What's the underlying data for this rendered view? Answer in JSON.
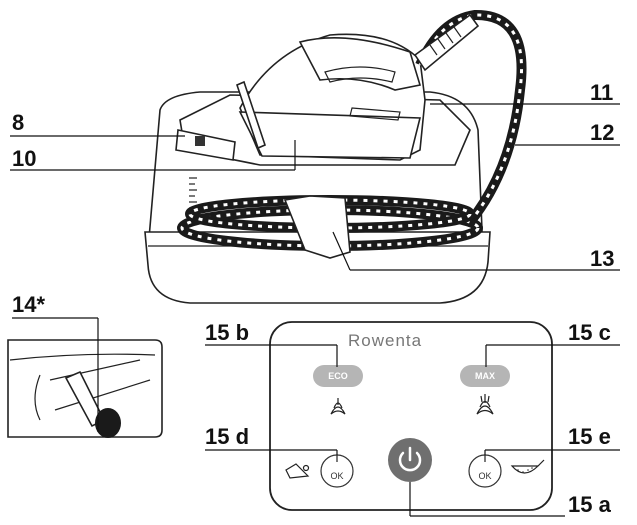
{
  "labels": {
    "l8": "8",
    "l10": "10",
    "l11": "11",
    "l12": "12",
    "l13": "13",
    "l14": "14*",
    "l15a": "15 a",
    "l15b": "15 b",
    "l15c": "15 c",
    "l15d": "15 d",
    "l15e": "15 e"
  },
  "panel": {
    "brand": "Rowenta",
    "eco_label": "ECO",
    "max_label": "MAX",
    "ok_left": "OK",
    "ok_right": "OK"
  },
  "colors": {
    "pill": "#b5b5b5",
    "power": "#6f6f6f",
    "outline": "#222222"
  },
  "icons": {
    "power": "power-icon",
    "steam_low": "steam-low-icon",
    "steam_high": "steam-high-icon",
    "rinse": "rinse-icon",
    "descale": "descale-icon"
  }
}
